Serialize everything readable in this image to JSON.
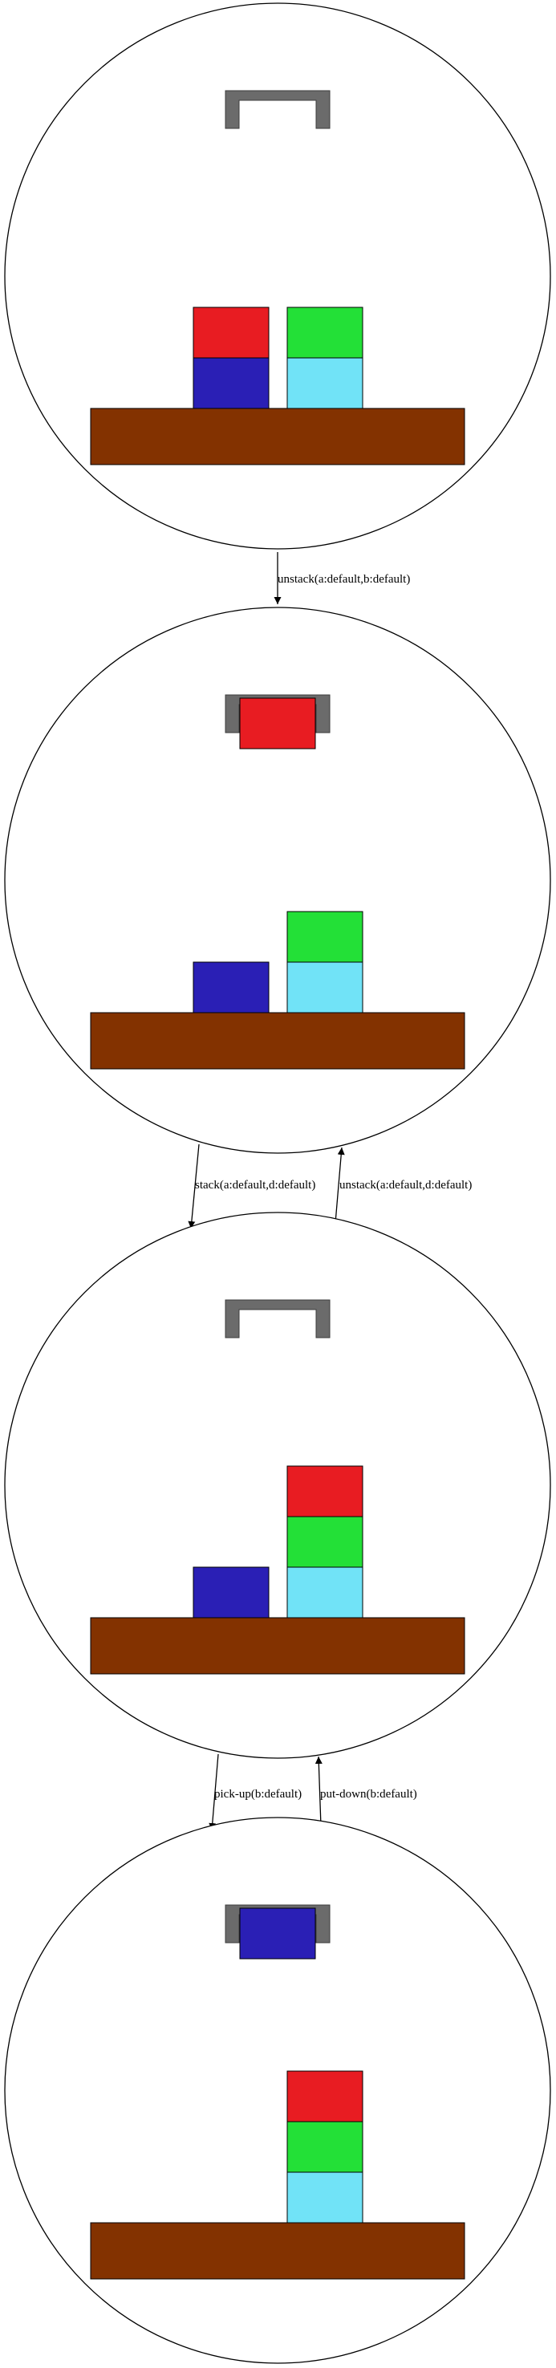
{
  "colors": {
    "table": "#833200",
    "gripper": "#6b6b6b",
    "outline": "#000000",
    "background": "#ffffff",
    "blocks": {
      "a": "#e81c22",
      "b": "#2a1fb5",
      "c": "#71e3f7",
      "d": "#23e037"
    }
  },
  "states": [
    {
      "id": "s0",
      "holding": null,
      "stacks": [
        [
          "b",
          "a"
        ],
        [
          "c",
          "d"
        ]
      ]
    },
    {
      "id": "s1",
      "holding": "a",
      "stacks": [
        [
          "b"
        ],
        [
          "c",
          "d"
        ]
      ]
    },
    {
      "id": "s2",
      "holding": null,
      "stacks": [
        [
          "b"
        ],
        [
          "c",
          "d",
          "a"
        ]
      ]
    },
    {
      "id": "s3",
      "holding": "b",
      "stacks": [
        [],
        [
          "c",
          "d",
          "a"
        ]
      ]
    }
  ],
  "edges": [
    {
      "from": "s0",
      "to": "s1",
      "label": "unstack(a:default,b:default)"
    },
    {
      "from": "s1",
      "to": "s2",
      "label": "stack(a:default,d:default)"
    },
    {
      "from": "s2",
      "to": "s1",
      "label": "unstack(a:default,d:default)"
    },
    {
      "from": "s2",
      "to": "s3",
      "label": "pick-up(b:default)"
    },
    {
      "from": "s3",
      "to": "s2",
      "label": "put-down(b:default)"
    }
  ]
}
